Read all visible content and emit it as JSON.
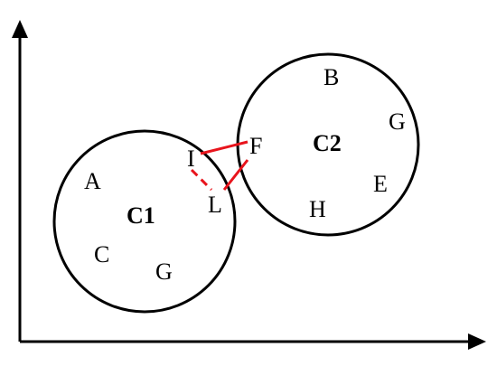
{
  "colors": {
    "stroke": "#000000",
    "link": "#e8141c",
    "background": "#ffffff"
  },
  "clusters": [
    {
      "id": "c1",
      "name": "C1"
    },
    {
      "id": "c2",
      "name": "C2"
    }
  ],
  "points": {
    "A": "A",
    "C": "C",
    "G1": "G",
    "I": "I",
    "L": "L",
    "F": "F",
    "B": "B",
    "G2": "G",
    "E": "E",
    "H": "H"
  },
  "links": [
    {
      "from": "I",
      "to": "F",
      "style": "solid"
    },
    {
      "from": "I",
      "to": "L",
      "style": "dashed"
    },
    {
      "from": "L",
      "to": "F",
      "style": "solid"
    }
  ]
}
